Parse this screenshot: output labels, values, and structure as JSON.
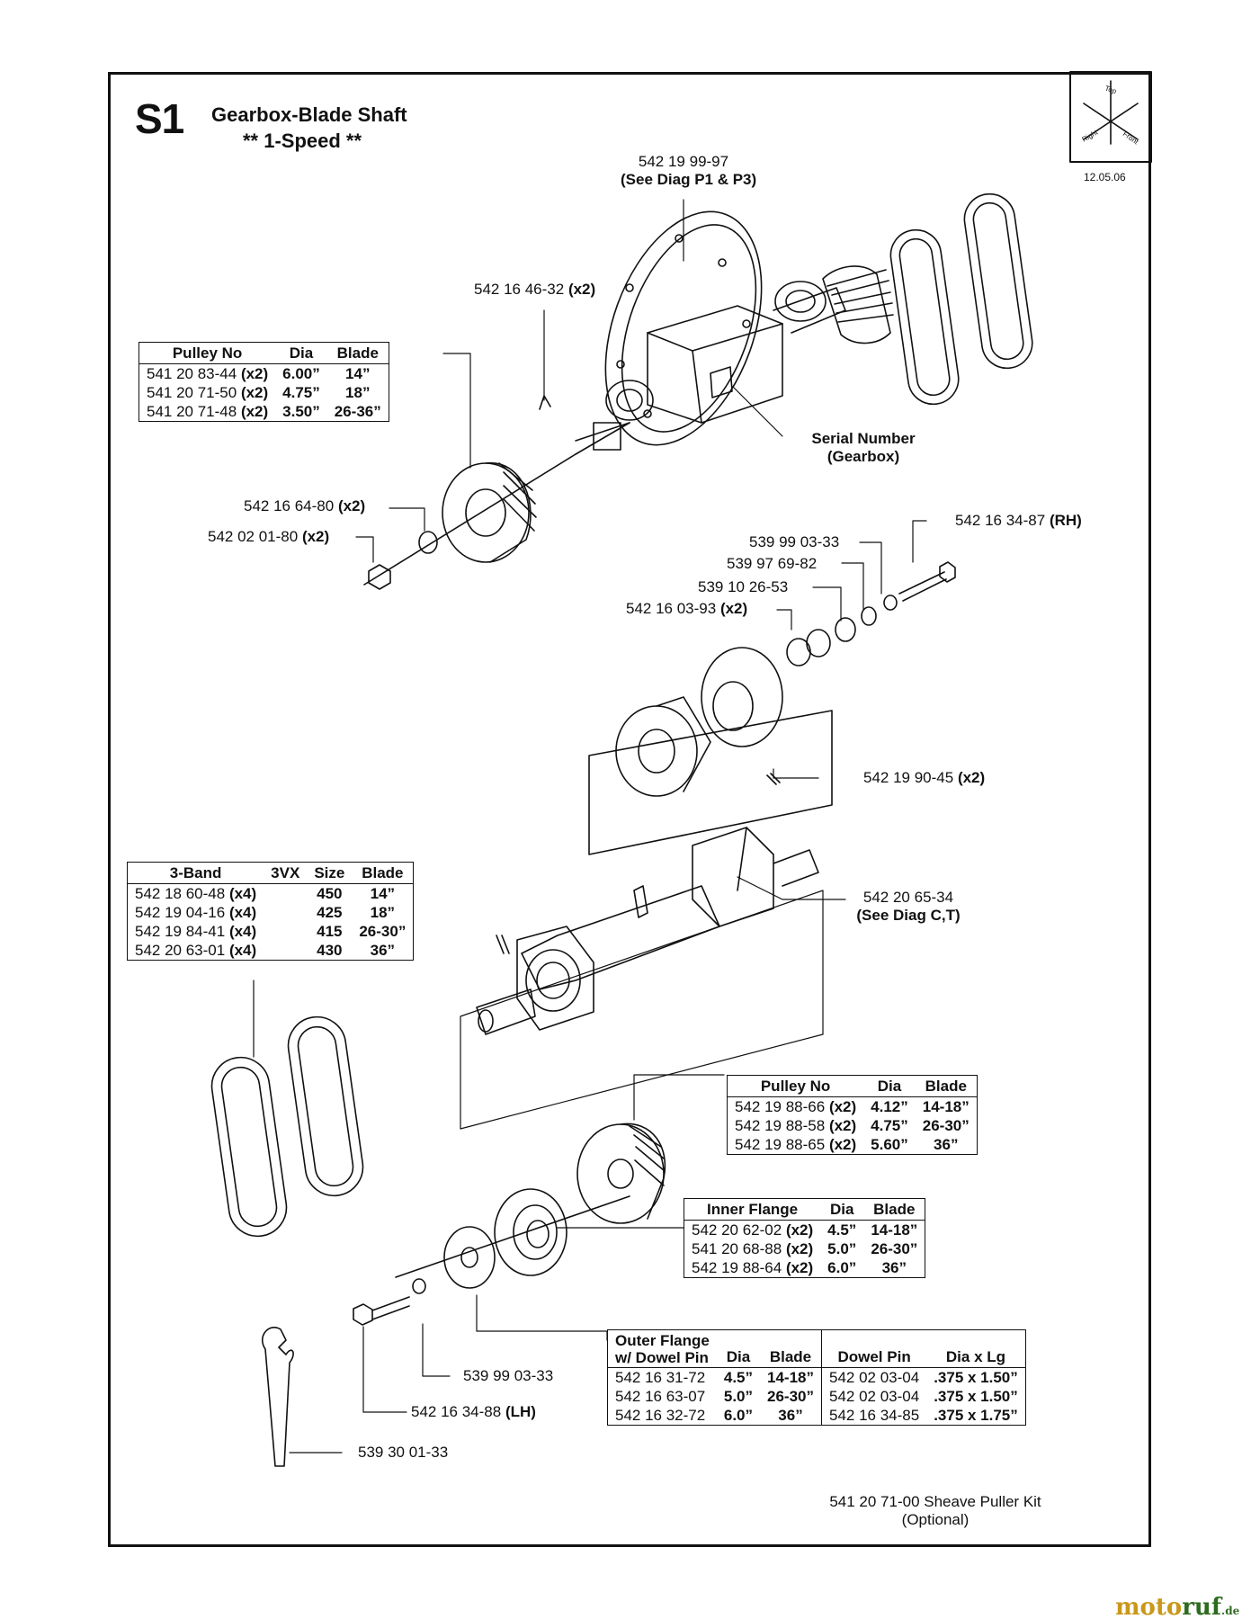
{
  "header": {
    "code": "S1",
    "title": "Gearbox-Blade Shaft",
    "subtitle": "** 1-Speed **",
    "date": "12.05.06"
  },
  "orientation_icon": {
    "top": "Top",
    "right": "Right",
    "front": "Front"
  },
  "labels": {
    "gearbox_part": "542 19 99-97",
    "gearbox_note": "(See Diag P1 & P3)",
    "key_part": "542 16 46-32",
    "key_qty": "(x2)",
    "serial_1": "Serial Number",
    "serial_2": "(Gearbox)",
    "washer_part": "542 16 64-80",
    "washer_qty": "(x2)",
    "nut_part": "542 02 01-80",
    "nut_qty": "(x2)",
    "bolt_rh_part": "542 16 34-87",
    "bolt_rh_side": "(RH)",
    "lockwasher_part": "539 99 03-33",
    "washer2_part": "539 97 69-82",
    "washer3_part": "539 10 26-53",
    "spacer_part": "542 16 03-93",
    "spacer_qty": "(x2)",
    "pin_part": "542 19 90-45",
    "pin_qty": "(x2)",
    "spindle_part": "542 20 65-34",
    "spindle_note": "(See Diag C,T)",
    "lockwasher_lh_part": "539 99 03-33",
    "bolt_lh_part": "542 16 34-88",
    "bolt_lh_side": "(LH)",
    "wrench_part": "539 30 01-33",
    "kit_part": "541 20 71-00 Sheave Puller Kit",
    "kit_note": "(Optional)"
  },
  "table_gear_pulley": {
    "headers": [
      "Pulley No",
      "Dia",
      "Blade"
    ],
    "rows": [
      {
        "part": "541 20 83-44",
        "qty": "(x2)",
        "dia": "6.00”",
        "blade": "14”"
      },
      {
        "part": "541 20 71-50",
        "qty": "(x2)",
        "dia": "4.75”",
        "blade": "18”"
      },
      {
        "part": "541 20 71-48",
        "qty": "(x2)",
        "dia": "3.50”",
        "blade": "26-36”"
      }
    ]
  },
  "table_belt": {
    "headers": [
      "3-Band",
      "3VX",
      "Size",
      "Blade"
    ],
    "rows": [
      {
        "part": "542 18 60-48",
        "qty": "(x4)",
        "size": "450",
        "blade": "14”"
      },
      {
        "part": "542 19 04-16",
        "qty": "(x4)",
        "size": "425",
        "blade": "18”"
      },
      {
        "part": "542 19 84-41",
        "qty": "(x4)",
        "size": "415",
        "blade": "26-30”"
      },
      {
        "part": "542 20 63-01",
        "qty": "(x4)",
        "size": "430",
        "blade": "36”"
      }
    ]
  },
  "table_spindle_pulley": {
    "headers": [
      "Pulley No",
      "Dia",
      "Blade"
    ],
    "rows": [
      {
        "part": "542 19 88-66",
        "qty": "(x2)",
        "dia": "4.12”",
        "blade": "14-18”"
      },
      {
        "part": "542 19 88-58",
        "qty": "(x2)",
        "dia": "4.75”",
        "blade": "26-30”"
      },
      {
        "part": "542 19 88-65",
        "qty": "(x2)",
        "dia": "5.60”",
        "blade": "36”"
      }
    ]
  },
  "table_inner_flange": {
    "headers": [
      "Inner Flange",
      "Dia",
      "Blade"
    ],
    "rows": [
      {
        "part": "542 20 62-02",
        "qty": "(x2)",
        "dia": "4.5”",
        "blade": "14-18”"
      },
      {
        "part": "541 20 68-88",
        "qty": "(x2)",
        "dia": "5.0”",
        "blade": "26-30”"
      },
      {
        "part": "542 19 88-64",
        "qty": "(x2)",
        "dia": "6.0”",
        "blade": "36”"
      }
    ]
  },
  "table_outer_flange": {
    "headers": [
      "Outer Flange",
      "w/ Dowel Pin",
      "Dia",
      "Blade",
      "Dowel Pin",
      "Dia  x  Lg"
    ],
    "rows": [
      {
        "part": "542 16 31-72",
        "dia": "4.5”",
        "blade": "14-18”",
        "pin": "542 02 03-04",
        "size": ".375 x 1.50”"
      },
      {
        "part": "542 16 63-07",
        "dia": "5.0”",
        "blade": "26-30”",
        "pin": "542 02 03-04",
        "size": ".375 x 1.50”"
      },
      {
        "part": "542 16 32-72",
        "dia": "6.0”",
        "blade": "36”",
        "pin": "542 16 34-85",
        "size": ".375 x 1.75”"
      }
    ]
  },
  "watermark": {
    "a": "moto",
    "b": "ruf",
    "d": ".de"
  }
}
